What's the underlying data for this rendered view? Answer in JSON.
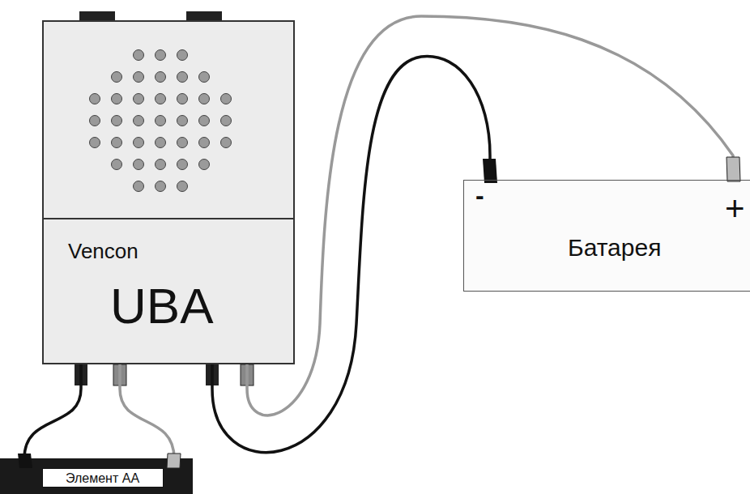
{
  "diagram": {
    "nodes": [
      {
        "text": [
          "Vencon",
          "UBA"
        ]
      },
      {
        "text": [
          "-",
          "+",
          "Батарея"
        ]
      },
      {
        "text": [
          "Элемент AA"
        ]
      }
    ],
    "edges": [
      {
        "from": 0,
        "to": 1,
        "arrow": "none"
      },
      {
        "from": 0,
        "to": 1,
        "arrow": "none"
      },
      {
        "from": 0,
        "to": 2,
        "arrow": "none"
      },
      {
        "from": 0,
        "to": 2,
        "arrow": "none"
      }
    ]
  }
}
